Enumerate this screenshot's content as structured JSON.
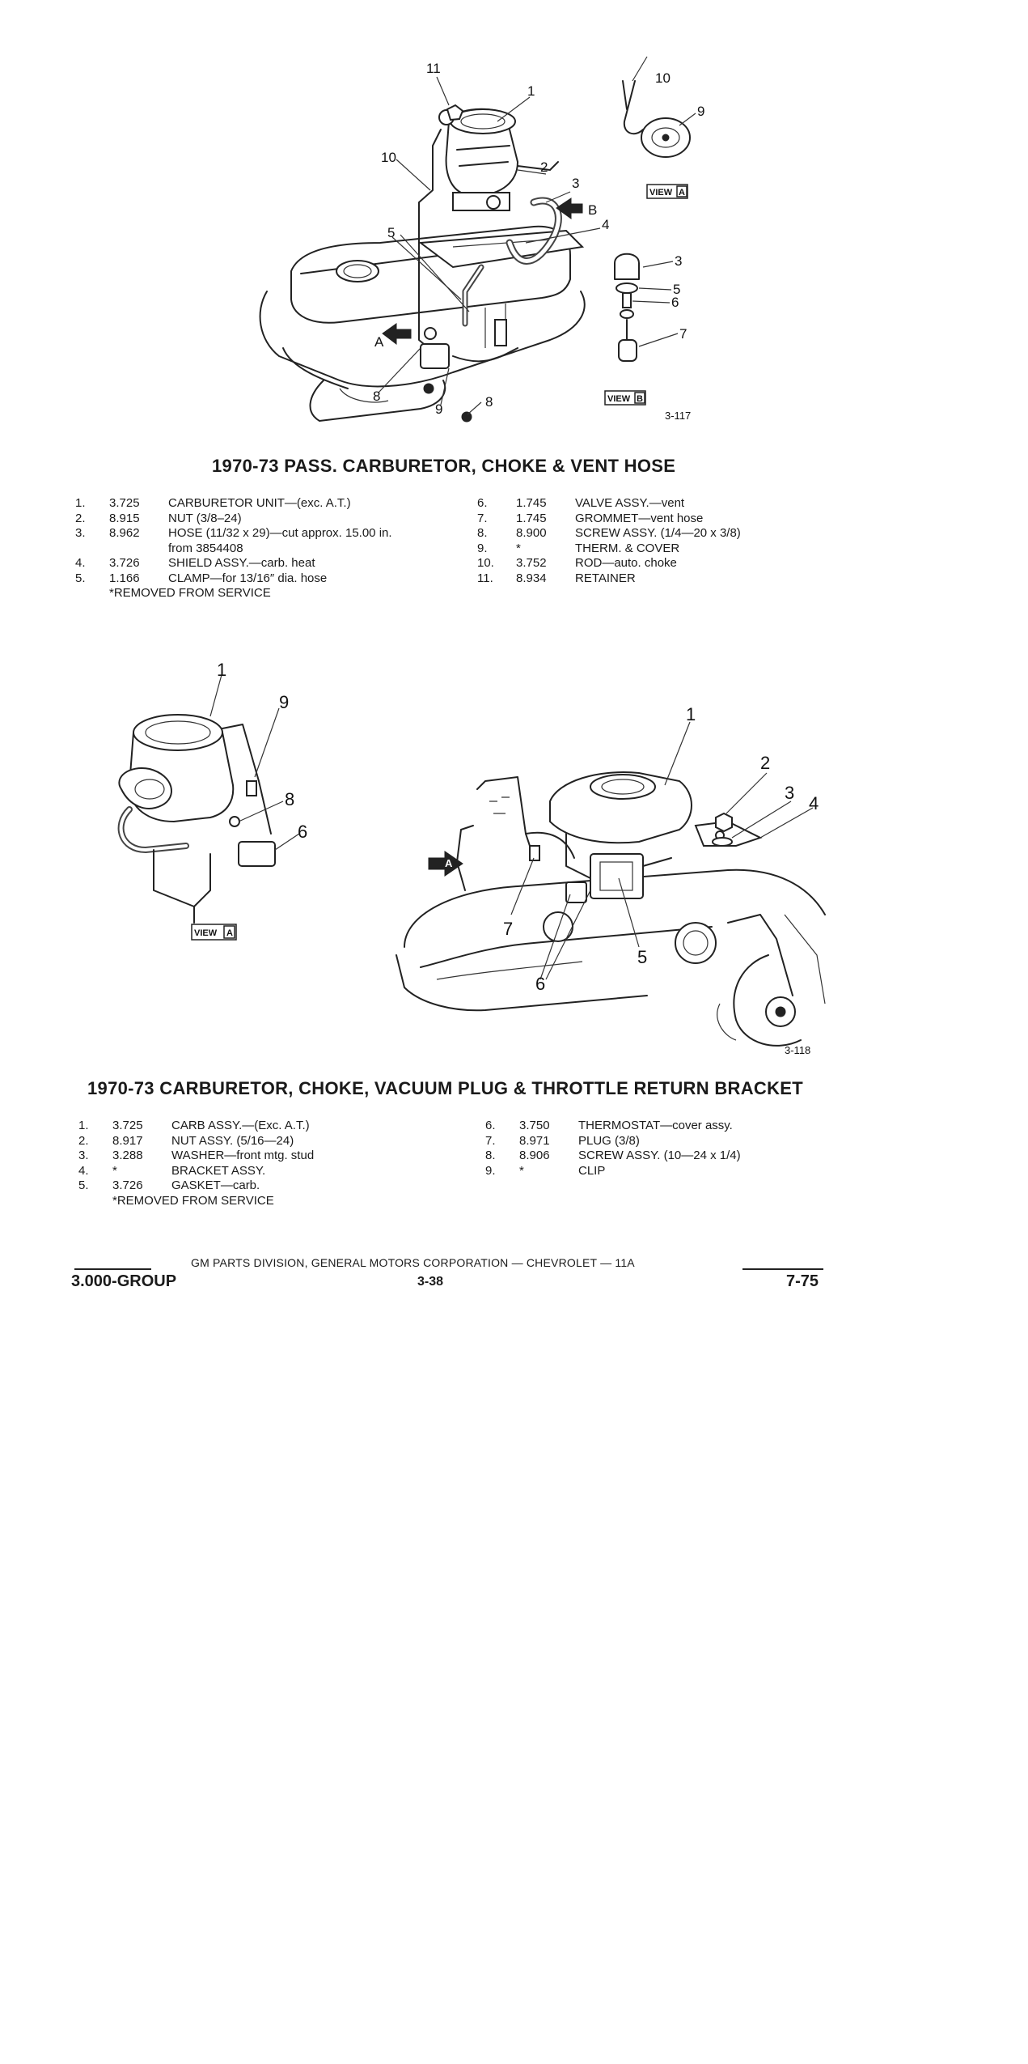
{
  "figure1": {
    "code": "3-117",
    "callouts": [
      "1",
      "2",
      "3",
      "4",
      "5",
      "6",
      "7",
      "8",
      "9",
      "10",
      "11"
    ],
    "view_a_label": "VIEW",
    "view_a_letter": "A",
    "view_b_label": "VIEW",
    "view_b_letter": "B",
    "arrow_a": "A",
    "arrow_b": "B"
  },
  "section1": {
    "title": "1970-73 PASS. CARBURETOR, CHOKE & VENT HOSE",
    "left_items": [
      {
        "no": "1.",
        "group": "3.725",
        "desc": "CARBURETOR UNIT—(exc. A.T.)"
      },
      {
        "no": "2.",
        "group": "8.915",
        "desc": "NUT (3/8–24)"
      },
      {
        "no": "3.",
        "group": "8.962",
        "desc": "HOSE (11/32 x 29)—cut approx. 15.00 in."
      },
      {
        "no": "",
        "group": "",
        "desc": "from 3854408"
      },
      {
        "no": "4.",
        "group": "3.726",
        "desc": "SHIELD ASSY.—carb. heat"
      },
      {
        "no": "5.",
        "group": "1.166",
        "desc": "CLAMP—for 13/16″ dia. hose"
      }
    ],
    "right_items": [
      {
        "no": "6.",
        "group": "1.745",
        "desc": "VALVE ASSY.—vent"
      },
      {
        "no": "7.",
        "group": "1.745",
        "desc": "GROMMET—vent hose"
      },
      {
        "no": "8.",
        "group": "8.900",
        "desc": "SCREW ASSY. (1/4—20 x 3/8)"
      },
      {
        "no": "9.",
        "group": "*",
        "desc": "THERM. & COVER"
      },
      {
        "no": "10.",
        "group": "3.752",
        "desc": "ROD—auto. choke"
      },
      {
        "no": "11.",
        "group": "8.934",
        "desc": "RETAINER"
      }
    ],
    "note": "*REMOVED FROM SERVICE"
  },
  "figure2": {
    "code": "3-118",
    "callouts": [
      "1",
      "9",
      "8",
      "6",
      "1",
      "2",
      "3",
      "4",
      "7",
      "6",
      "5"
    ],
    "view_a_label": "VIEW",
    "view_a_letter": "A",
    "arrow_a": "A"
  },
  "section2": {
    "title": "1970-73 CARBURETOR, CHOKE, VACUUM PLUG & THROTTLE RETURN BRACKET",
    "left_items": [
      {
        "no": "1.",
        "group": "3.725",
        "desc": "CARB ASSY.—(Exc. A.T.)"
      },
      {
        "no": "2.",
        "group": "8.917",
        "desc": "NUT ASSY. (5/16—24)"
      },
      {
        "no": "3.",
        "group": "3.288",
        "desc": "WASHER—front mtg. stud"
      },
      {
        "no": "4.",
        "group": "*",
        "desc": "BRACKET ASSY."
      },
      {
        "no": "5.",
        "group": "3.726",
        "desc": "GASKET—carb."
      }
    ],
    "right_items": [
      {
        "no": "6.",
        "group": "3.750",
        "desc": "THERMOSTAT—cover assy."
      },
      {
        "no": "7.",
        "group": "8.971",
        "desc": "PLUG (3/8)"
      },
      {
        "no": "8.",
        "group": "8.906",
        "desc": "SCREW ASSY. (10—24 x 1/4)"
      },
      {
        "no": "9.",
        "group": "*",
        "desc": "CLIP"
      }
    ],
    "note": "*REMOVED FROM SERVICE"
  },
  "footer": {
    "division": "GM PARTS DIVISION, GENERAL MOTORS CORPORATION — CHEVROLET — 11A",
    "group": "3.000-GROUP",
    "page": "3-38",
    "date": "7-75"
  }
}
